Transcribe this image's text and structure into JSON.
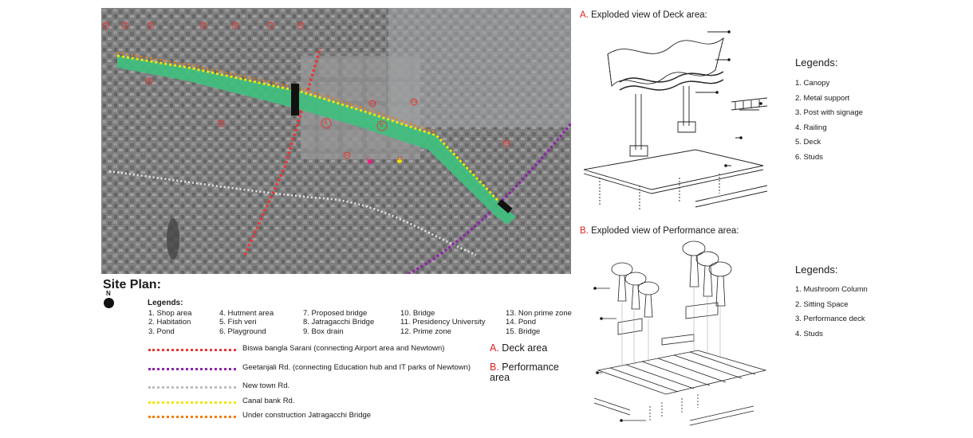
{
  "site_plan": {
    "title": "Site Plan:",
    "north_label": "N",
    "legends_heading": "Legends:",
    "legend_columns": [
      [
        "1. Shop area",
        "2. Habitation",
        "3. Pond"
      ],
      [
        "4. Hutment area",
        "5. Fish veri",
        "6. Playground"
      ],
      [
        "7. Proposed bridge",
        "8. Jatragacchi Bridge",
        "9. Box drain"
      ],
      [
        "10. Bridge",
        "11. Presidency University",
        "12. Prime zone"
      ],
      [
        "13. Non prime zone",
        "14. Pond",
        "15. Bridge"
      ]
    ],
    "roads": [
      {
        "label": "Biswa bangla Sarani (connecting Airport area and Newtown)",
        "color": "#e53935"
      },
      {
        "label": "Geetanjali Rd. (connecting Education hub and IT parks of Newtown)",
        "color": "#8e24aa"
      },
      {
        "label": "New town Rd.",
        "color": "#bdbdbd"
      },
      {
        "label": "Canal bank Rd.",
        "color": "#f4e400"
      },
      {
        "label": "Under construction Jatragacchi Bridge",
        "color": "#f57c00"
      }
    ],
    "areas": [
      {
        "letter": "A.",
        "text": "Deck area"
      },
      {
        "letter": "B.",
        "text": "Performance area"
      }
    ],
    "map_markers": [
      "1",
      "2",
      "3",
      "4",
      "5",
      "6",
      "7",
      "8",
      "9",
      "10",
      "11",
      "12",
      "13",
      "14",
      "15",
      "A",
      "B"
    ]
  },
  "deck_view": {
    "letter": "A.",
    "title": "Exploded view of Deck area:",
    "legend_title": "Legends:",
    "legend_items": [
      "1. Canopy",
      "2. Metal support",
      "3. Post with signage",
      "4. Railing",
      "5. Deck",
      "6. Studs"
    ]
  },
  "performance_view": {
    "letter": "B.",
    "title": "Exploded view of Performance area:",
    "legend_title": "Legends:",
    "legend_items": [
      "1. Mushroom Column",
      "2. Sitting Space",
      "3. Performance deck",
      "4. Studs"
    ]
  },
  "colors": {
    "accent_red": "#e02020",
    "canal_green": "#3fbf7f",
    "map_bg": "#8f8f8f"
  }
}
